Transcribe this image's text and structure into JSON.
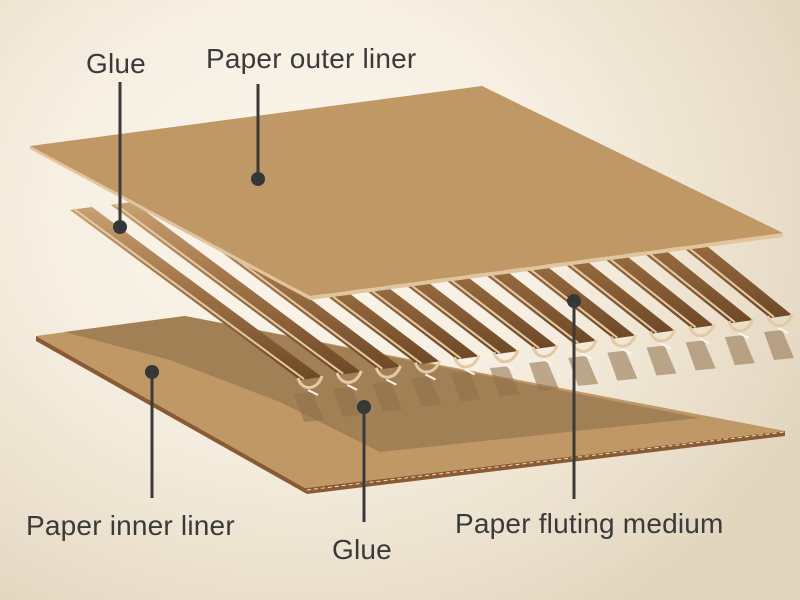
{
  "diagram": {
    "title": "Corrugated cardboard layers",
    "colors": {
      "liner": "#bf9866",
      "liner_edge": "#8a5a32",
      "liner_highlight": "#f3dcb8",
      "flute_dark": "#6e4826",
      "flute_mid": "#a27548",
      "flute_light": "#c9a172",
      "flute_rim": "#e4c9a3",
      "shadow": "#8f7048",
      "text": "#3a3a3a",
      "marker": "#343638"
    },
    "layers": [
      {
        "id": "outer-liner",
        "name": "Paper outer liner"
      },
      {
        "id": "fluting",
        "name": "Paper fluting medium"
      },
      {
        "id": "inner-liner",
        "name": "Paper inner liner"
      }
    ],
    "labels": {
      "glue_top": "Glue",
      "outer_liner": "Paper outer liner",
      "inner_liner": "Paper inner liner",
      "glue_bottom": "Glue",
      "fluting_medium": "Paper fluting medium"
    },
    "flute_count": 13
  }
}
